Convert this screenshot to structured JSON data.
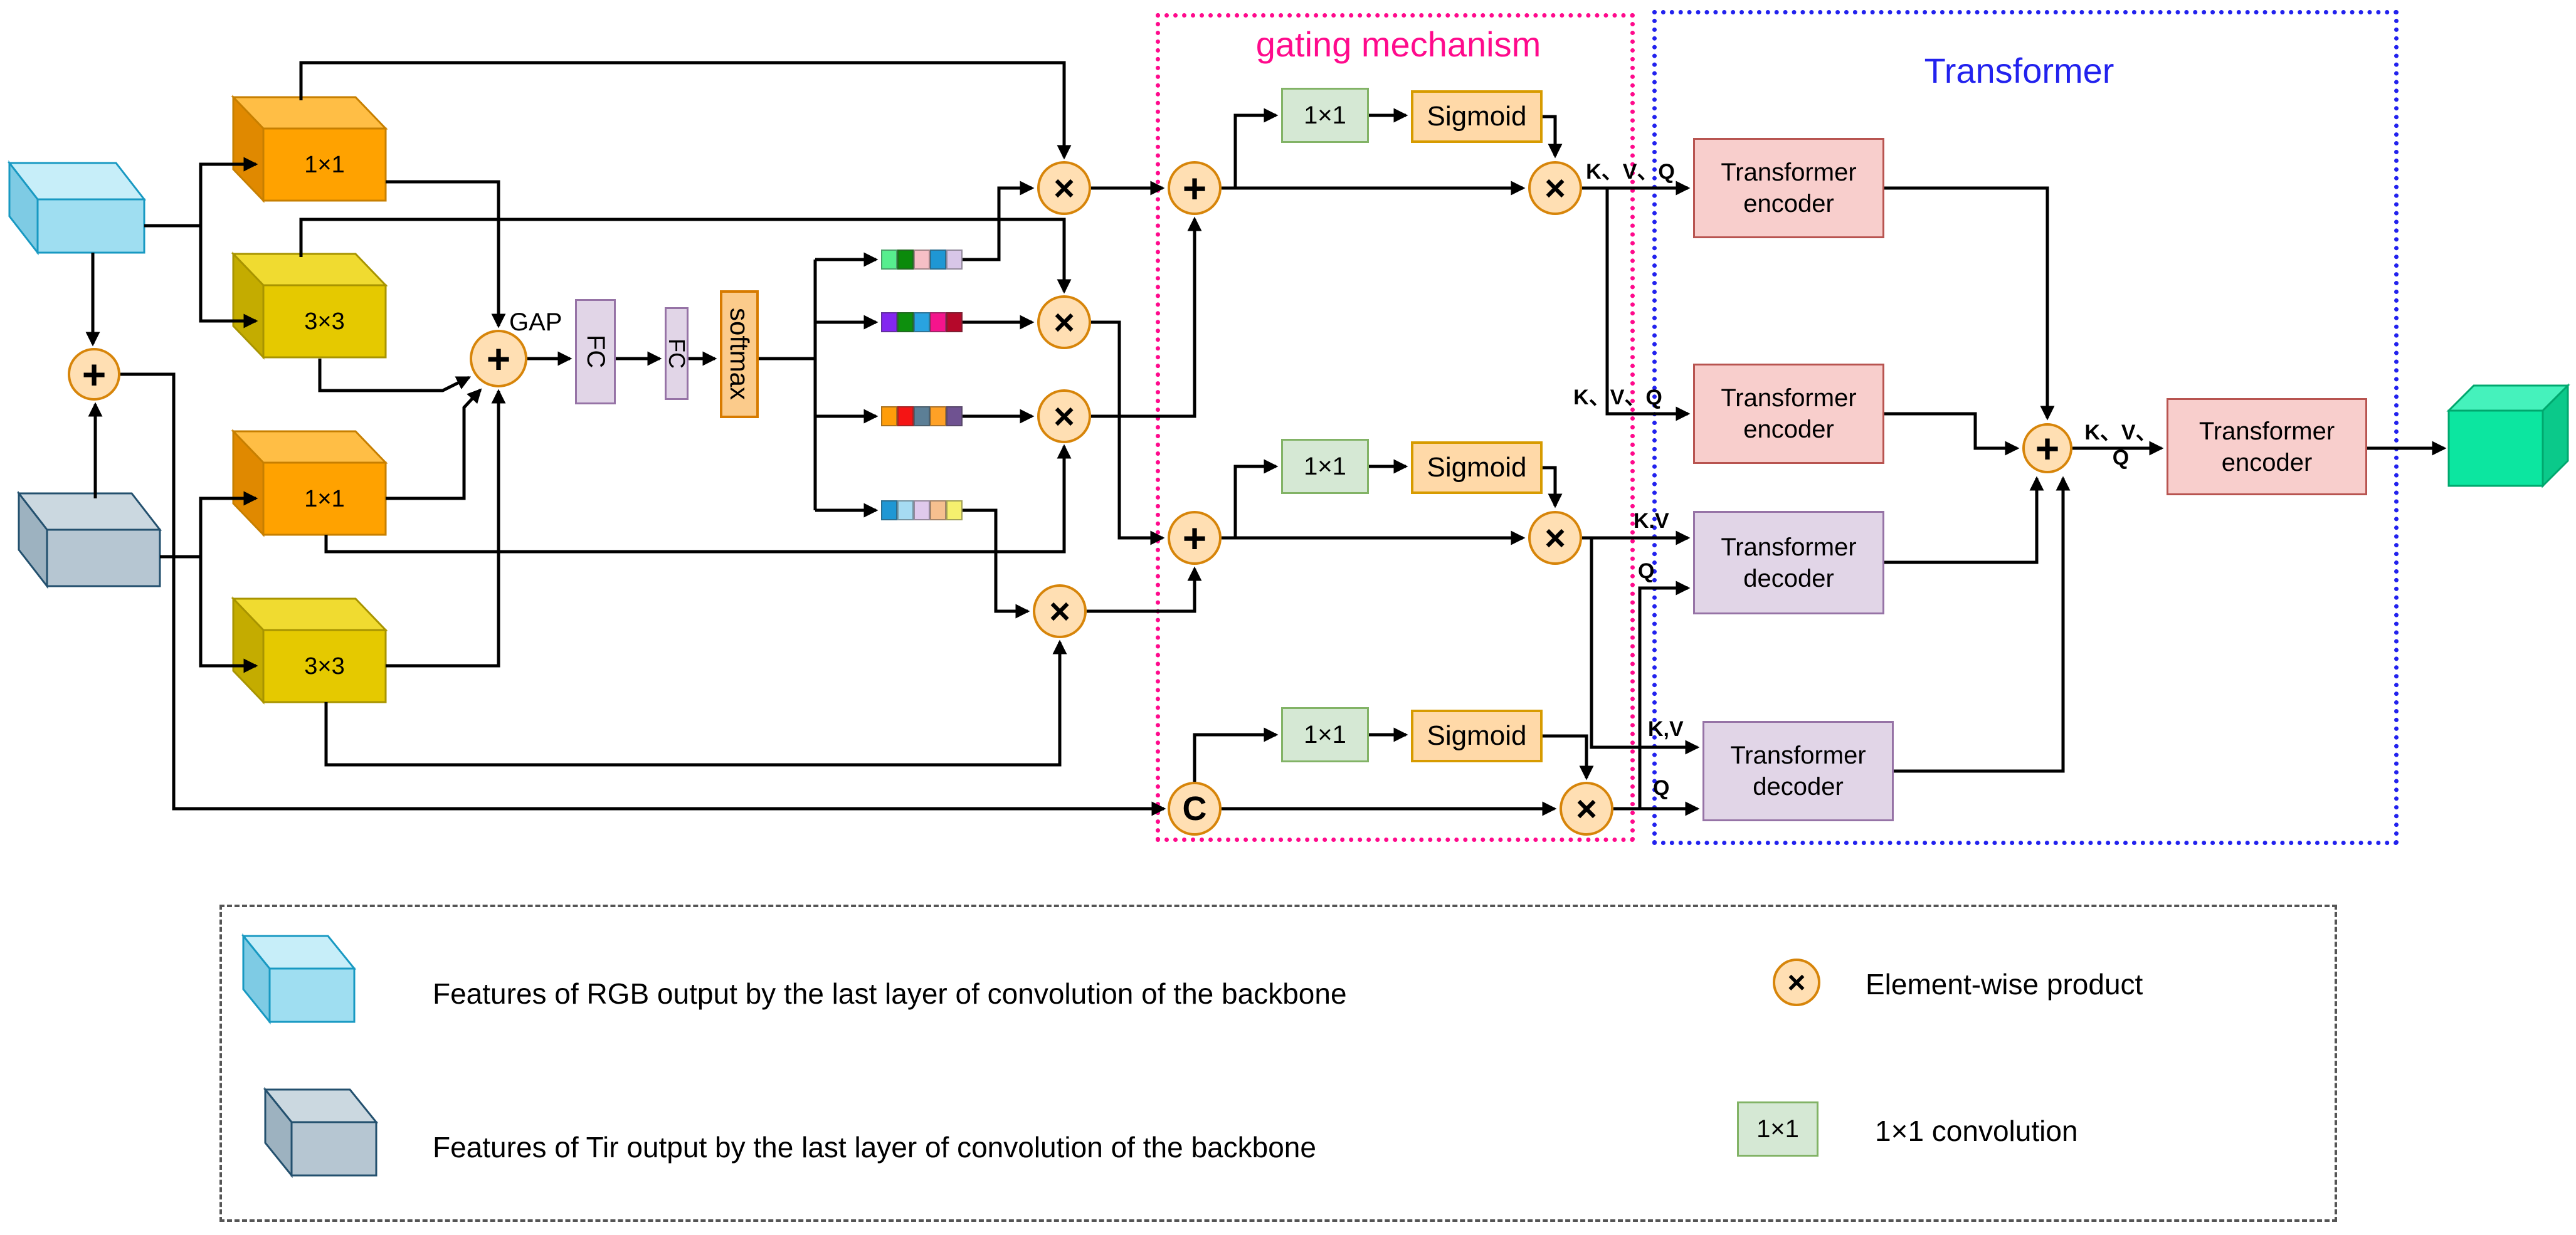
{
  "titles": {
    "gating": "gating mechanism",
    "transformer": "Transformer"
  },
  "operators": {
    "multiply": "×",
    "add": "+",
    "concat": "C"
  },
  "blocks": {
    "conv_1x1": "1×1",
    "conv_3x3": "3×3",
    "gap": "GAP",
    "fc": "FC",
    "softmax": "softmax",
    "gate_conv_1x1": "1×1",
    "sigmoid": "Sigmoid",
    "encoder_line1": "Transformer",
    "encoder_line2": "encoder",
    "decoder_line1": "Transformer",
    "decoder_line2": "decoder"
  },
  "labels": {
    "kvq": "K、V、Q",
    "kv_dot": "K.V",
    "kv_comma": "K,V",
    "q": "Q"
  },
  "weight_bars": {
    "bar1": [
      "#57EE8E",
      "#0B8A0B",
      "#F6BFC6",
      "#1F97D4",
      "#D8C6E8"
    ],
    "bar2": [
      "#8327F0",
      "#0D8F0D",
      "#29A3E0",
      "#F5148C",
      "#B5082A"
    ],
    "bar3": [
      "#FF9D0A",
      "#F51414",
      "#5C7F96",
      "#FFA126",
      "#6F5291"
    ],
    "bar4": [
      "#1F97D4",
      "#A6DBF2",
      "#DFC9EC",
      "#F6C08F",
      "#F5F06E"
    ]
  },
  "legend": {
    "rgb_text": "Features of RGB output by the last layer of convolution of the backbone",
    "tir_text": "Features of Tir output by the last layer of convolution of the backbone",
    "product_symbol": "×",
    "product_text": "Element-wise product",
    "conv_symbol": "1×1",
    "conv_text": "1×1 convolution"
  },
  "colors": {
    "gating_border": "#FF0A8C",
    "transformer_border": "#2222EE",
    "gating_title": "#FF0A8C",
    "transformer_title": "#2222EE",
    "op_node_fill": "#FFDFB3",
    "op_node_stroke": "#D7850A",
    "encoder_fill": "#F8CECC",
    "decoder_fill": "#E1D5E7",
    "sigmoid_fill": "#FFD9A8",
    "conv1x1_fill": "#D5E8D4",
    "rgb_cube": "#9FDEF1",
    "tir_cube": "#B6C6D2",
    "output_cube": "#0CE6A0",
    "conv_orange_cube": "#FFA200",
    "conv_yellow_cube": "#E5C900"
  }
}
